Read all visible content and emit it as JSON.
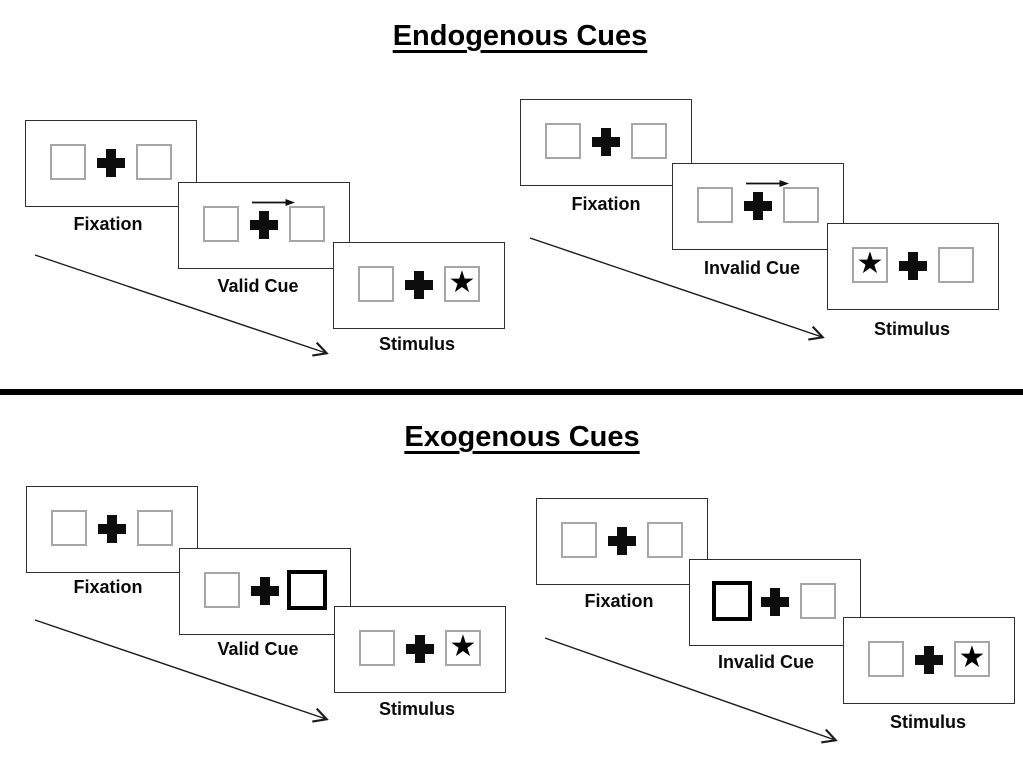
{
  "colors": {
    "ink": "#000000",
    "screen_box_outline": "#a6a6a6",
    "card_outline": "#2f2f2f",
    "highlight_box_outline": "#000000"
  },
  "icons": {
    "star": "★",
    "plus": "+",
    "cue_arrow_direction": "right"
  },
  "sections": [
    {
      "title": "Endogenous Cues",
      "panels": [
        {
          "name": "endogenous-valid",
          "cue_type": "central-arrow",
          "arrow_points": "right",
          "stimulus_side": "right",
          "steps": [
            {
              "label": "Fixation"
            },
            {
              "label": "Valid Cue"
            },
            {
              "label": "Stimulus"
            }
          ]
        },
        {
          "name": "endogenous-invalid",
          "cue_type": "central-arrow",
          "arrow_points": "right",
          "stimulus_side": "left",
          "steps": [
            {
              "label": "Fixation"
            },
            {
              "label": "Invalid Cue"
            },
            {
              "label": "Stimulus"
            }
          ]
        }
      ]
    },
    {
      "title": "Exogenous Cues",
      "panels": [
        {
          "name": "exogenous-valid",
          "cue_type": "peripheral-box-highlight",
          "cue_side": "right",
          "stimulus_side": "right",
          "steps": [
            {
              "label": "Fixation"
            },
            {
              "label": "Valid Cue"
            },
            {
              "label": "Stimulus"
            }
          ]
        },
        {
          "name": "exogenous-invalid",
          "cue_type": "peripheral-box-highlight",
          "cue_side": "left",
          "stimulus_side": "right",
          "steps": [
            {
              "label": "Fixation"
            },
            {
              "label": "Invalid Cue"
            },
            {
              "label": "Stimulus"
            }
          ]
        }
      ]
    }
  ]
}
